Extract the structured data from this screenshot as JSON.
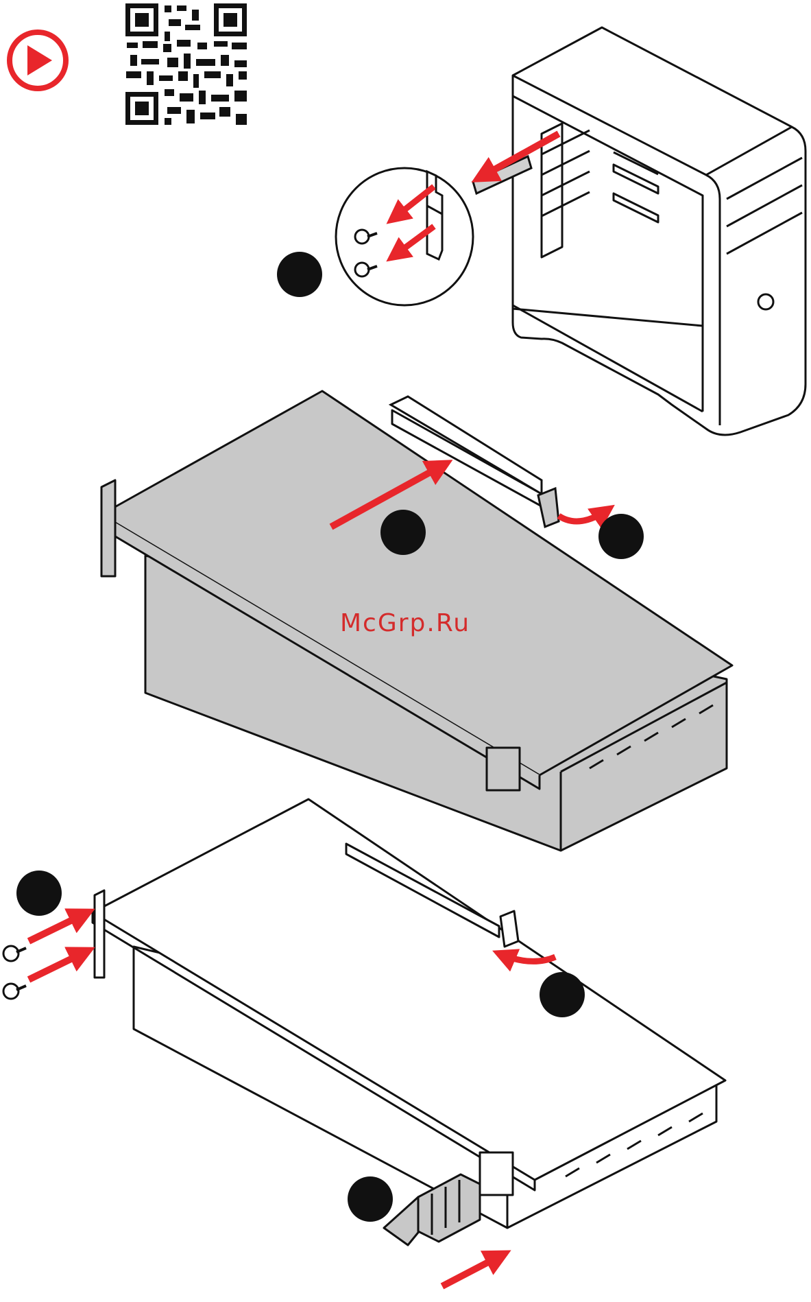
{
  "watermark": {
    "text": "McGrp.Ru",
    "color": "#d42b2b"
  },
  "colors": {
    "arrow": "#e8262b",
    "card_fill": "#c8c8c8",
    "line": "#111111",
    "step_marker": "#111111"
  },
  "icons": {
    "video": "play-circle-icon",
    "qr": "qr-code-icon"
  },
  "steps": [
    "step-1-remove-slot-cover",
    "step-2-open-slot-latch",
    "step-3-insert-card",
    "step-4-fasten-bracket-screws",
    "step-5-close-slot-latch",
    "step-6-connect-power-cable"
  ]
}
